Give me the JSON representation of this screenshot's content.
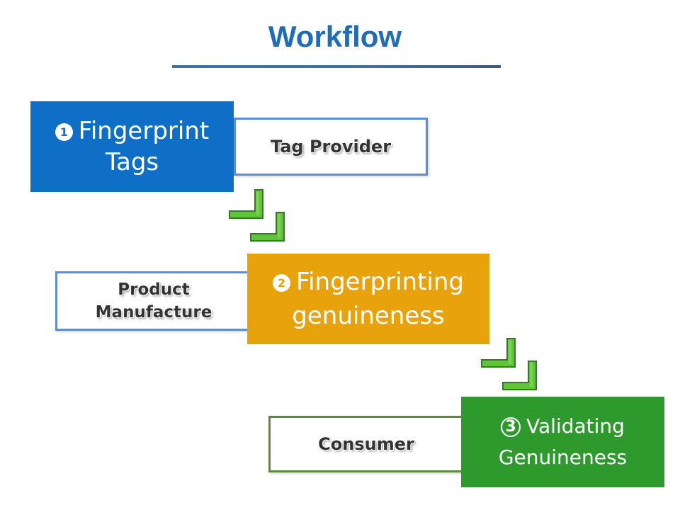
{
  "title": "Workflow",
  "steps": [
    {
      "number": "1",
      "line1": "Fingerprint",
      "line2": "Tags",
      "color": "#0f6fc6"
    },
    {
      "number": "2",
      "line1": "Fingerprinting",
      "line2": "genuineness",
      "color": "#e8a20c"
    },
    {
      "number": "3",
      "line1": "Validating",
      "line2": "Genuineness",
      "color": "#2e9a2e"
    }
  ],
  "roles": [
    {
      "line1": "Tag Provider",
      "line2": ""
    },
    {
      "line1": "Product",
      "line2": "Manufacture"
    },
    {
      "line1": "Consumer",
      "line2": ""
    }
  ],
  "connectors": {
    "color": "#59c234",
    "icon": "double-chevron-arrow-icon"
  }
}
